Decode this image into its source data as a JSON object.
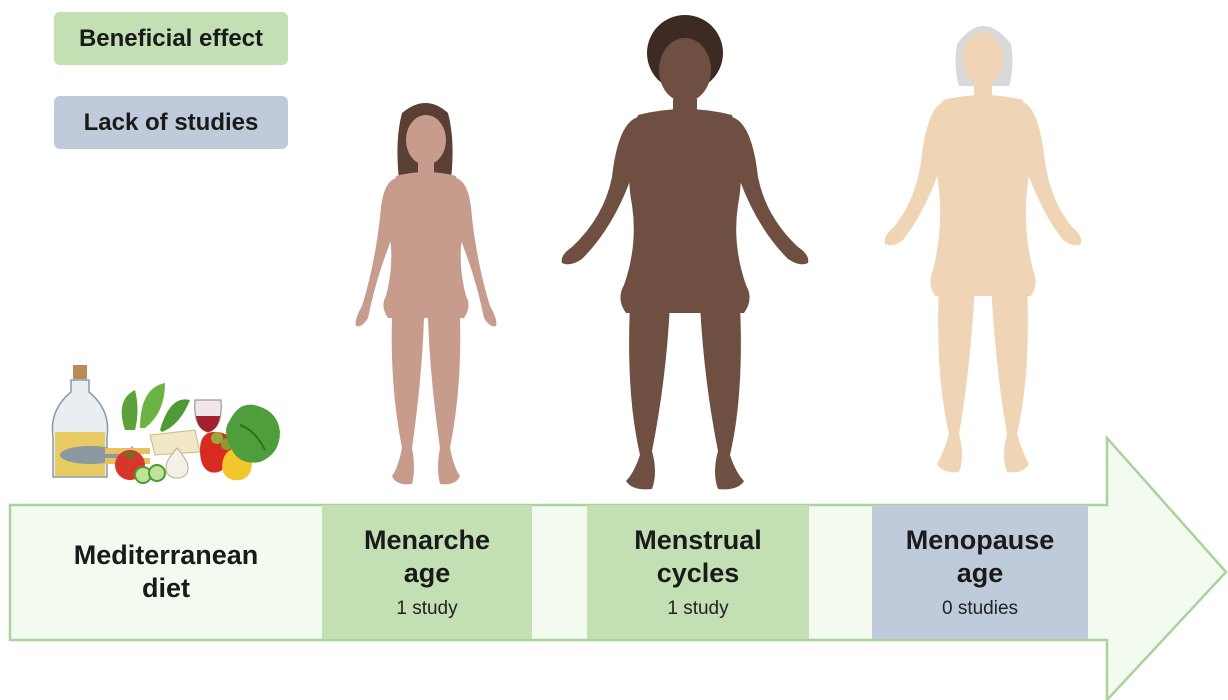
{
  "legend": {
    "beneficial": "Beneficial effect",
    "lack": "Lack of studies"
  },
  "stages": {
    "diet": {
      "title": "Mediterranean\ndiet"
    },
    "menarche": {
      "title": "Menarche\nage",
      "count": "1 study"
    },
    "cycles": {
      "title": "Menstrual\ncycles",
      "count": "1 study"
    },
    "menopause": {
      "title": "Menopause\nage",
      "count": "0 studies"
    }
  },
  "colors": {
    "beneficial": "#c3e0b4",
    "lack": "#bfcbdb",
    "arrow_fill": "#f3faef",
    "arrow_stroke": "#a9d39a"
  },
  "icons": [
    "mediterranean-food-icon",
    "girl-figure-icon",
    "adult-woman-figure-icon",
    "older-woman-figure-icon"
  ]
}
